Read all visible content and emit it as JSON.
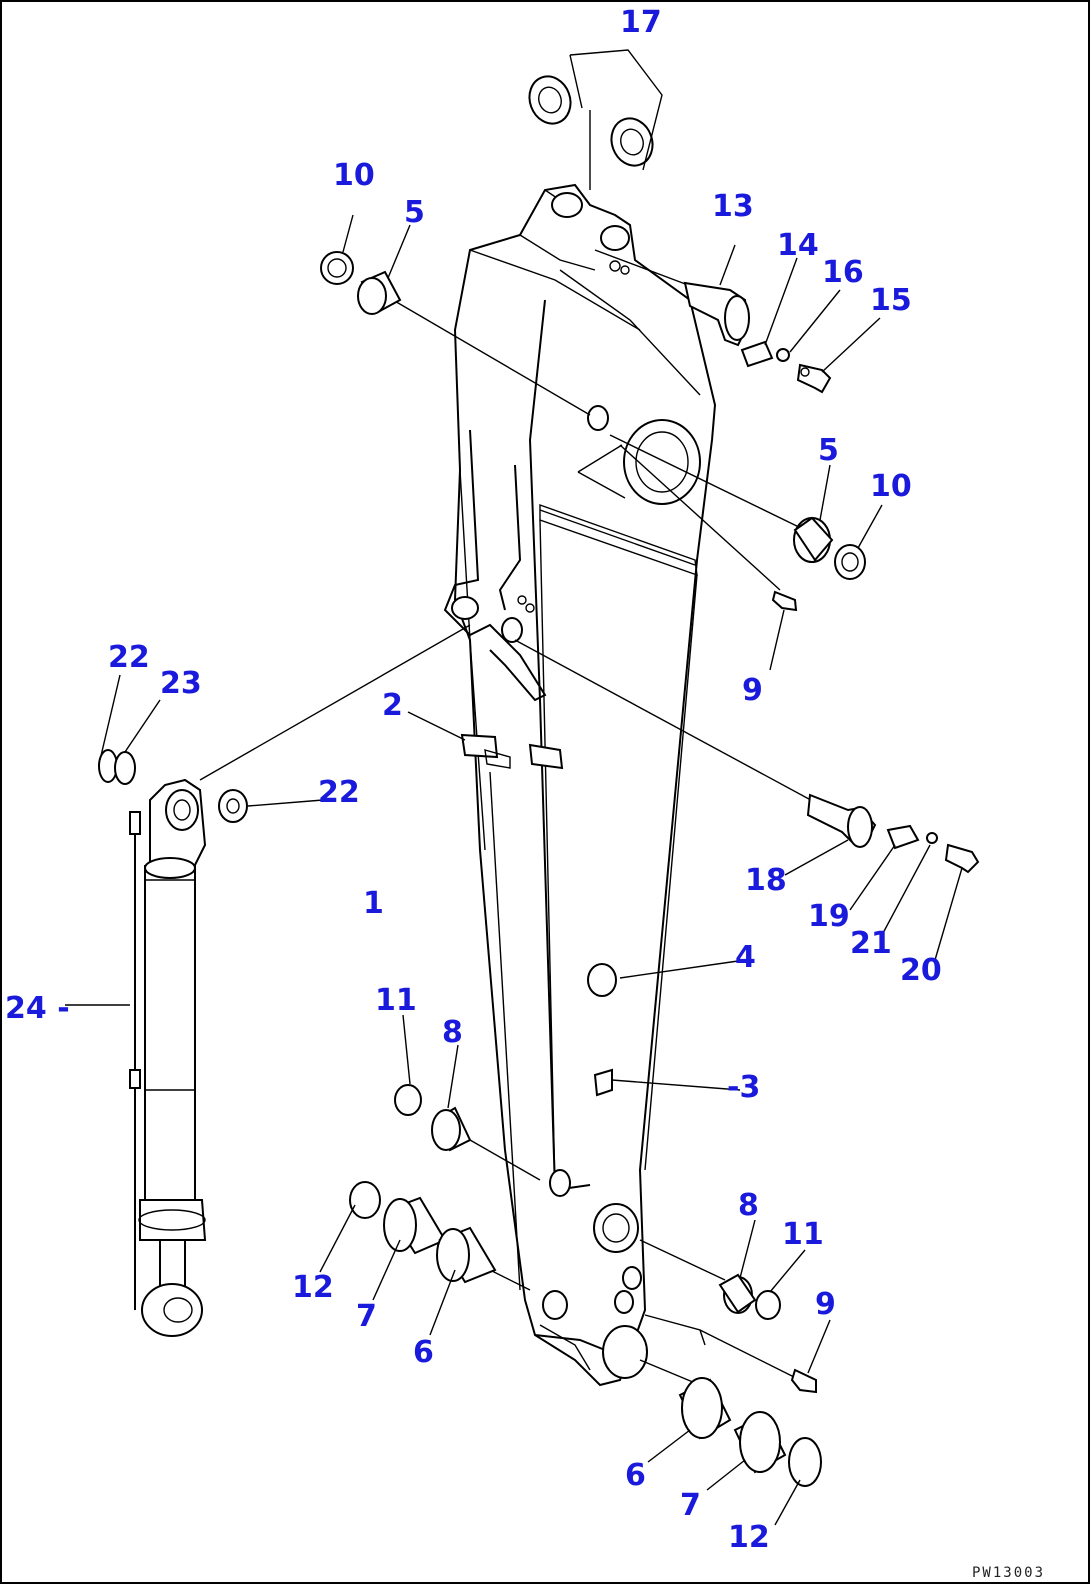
{
  "drawing_code": "PW13003",
  "callouts": [
    {
      "id": "c17",
      "text": "17"
    },
    {
      "id": "c10a",
      "text": "10"
    },
    {
      "id": "c5a",
      "text": "5"
    },
    {
      "id": "c13",
      "text": "13"
    },
    {
      "id": "c14",
      "text": "14"
    },
    {
      "id": "c16",
      "text": "16"
    },
    {
      "id": "c15",
      "text": "15"
    },
    {
      "id": "c5b",
      "text": "5"
    },
    {
      "id": "c10b",
      "text": "10"
    },
    {
      "id": "c9a",
      "text": "9"
    },
    {
      "id": "c22a",
      "text": "22"
    },
    {
      "id": "c23",
      "text": "23"
    },
    {
      "id": "c2",
      "text": "2"
    },
    {
      "id": "c22b",
      "text": "22"
    },
    {
      "id": "c18",
      "text": "18"
    },
    {
      "id": "c19",
      "text": "19"
    },
    {
      "id": "c21",
      "text": "21"
    },
    {
      "id": "c20",
      "text": "20"
    },
    {
      "id": "c1",
      "text": "1"
    },
    {
      "id": "c4",
      "text": "4"
    },
    {
      "id": "c24",
      "text": "24 -"
    },
    {
      "id": "c11a",
      "text": "11"
    },
    {
      "id": "c8a",
      "text": "8"
    },
    {
      "id": "c3",
      "text": "-3"
    },
    {
      "id": "c8b",
      "text": "8"
    },
    {
      "id": "c11b",
      "text": "11"
    },
    {
      "id": "c12a",
      "text": "12"
    },
    {
      "id": "c7a",
      "text": "7"
    },
    {
      "id": "c6a",
      "text": "6"
    },
    {
      "id": "c9b",
      "text": "9"
    },
    {
      "id": "c6b",
      "text": "6"
    },
    {
      "id": "c7b",
      "text": "7"
    },
    {
      "id": "c12b",
      "text": "12"
    }
  ]
}
